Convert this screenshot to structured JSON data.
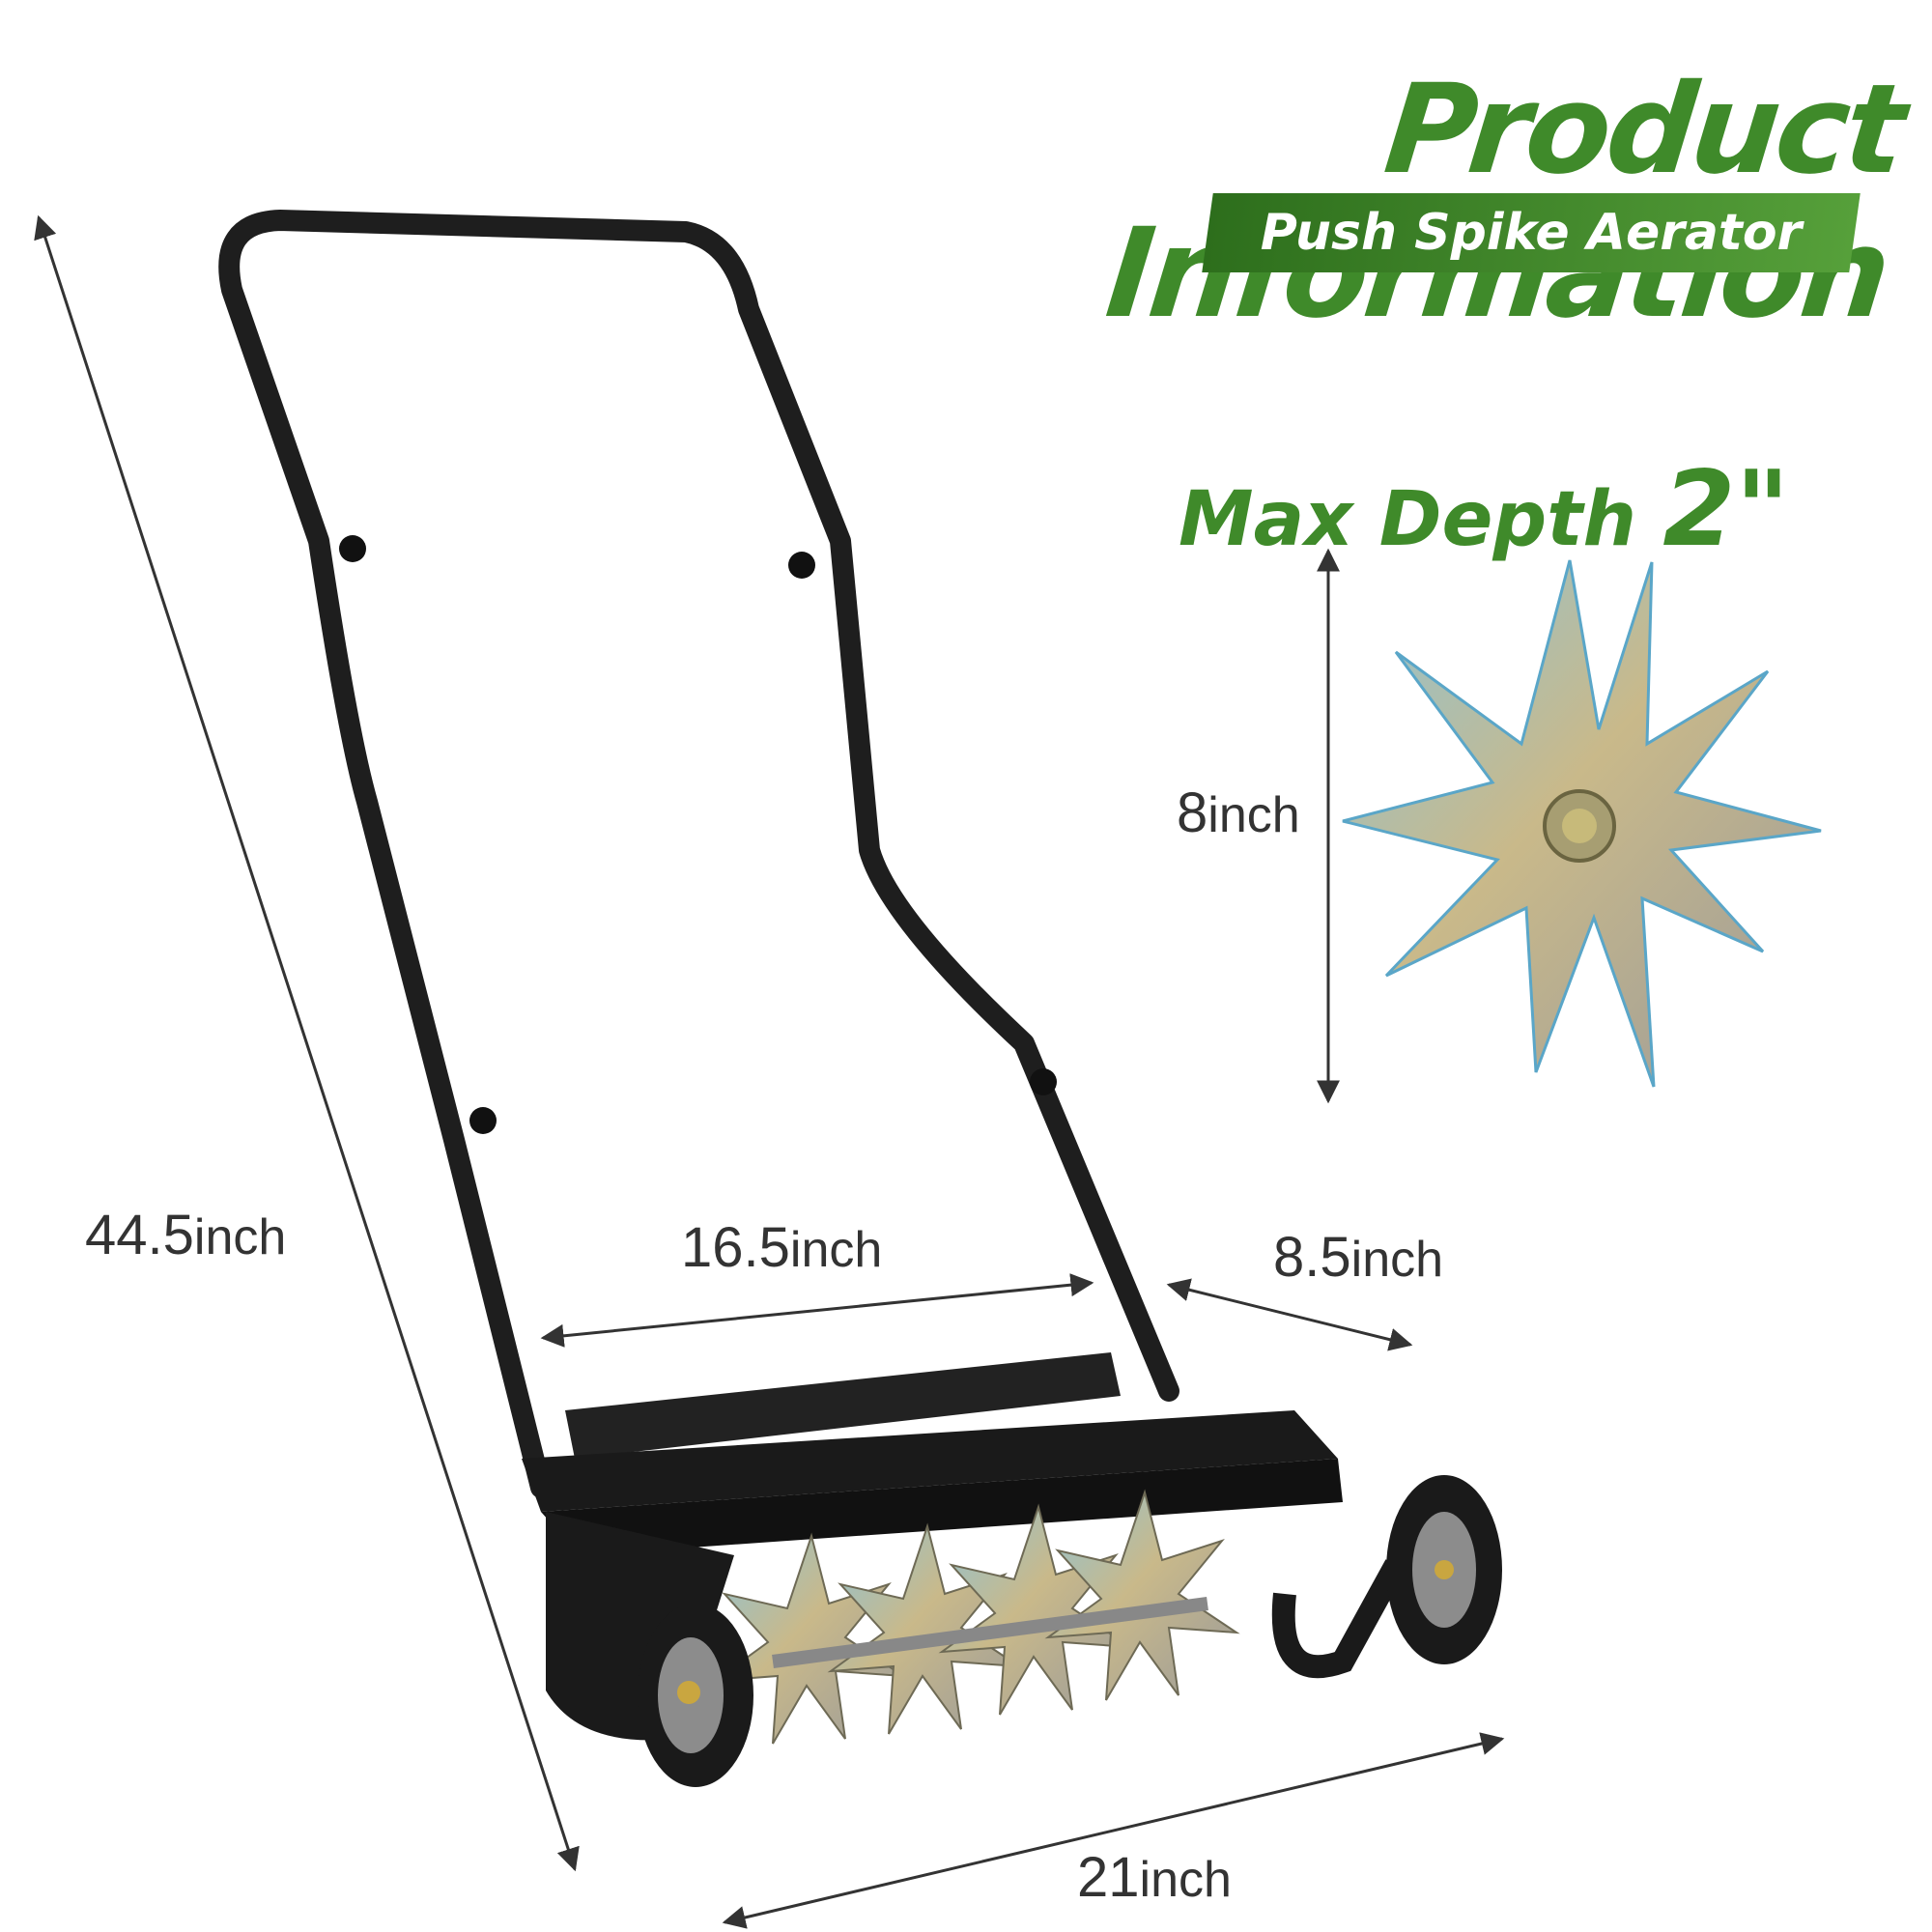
{
  "heading": {
    "title": "Product Information",
    "subtitle": "Push Spike Aerator"
  },
  "depth": {
    "label": "Max Depth",
    "value": "2\""
  },
  "dimensions": {
    "height": {
      "num": "44.5",
      "unit": "inch"
    },
    "inner_width": {
      "num": "16.5",
      "unit": "inch"
    },
    "depth": {
      "num": "8.5",
      "unit": "inch"
    },
    "overall_width": {
      "num": "21",
      "unit": "inch"
    },
    "spike_diameter": {
      "num": "8",
      "unit": "inch"
    }
  },
  "colors": {
    "brand_green": "#3f8a2a",
    "frame": "#1e1e1e",
    "metal": "#b9b48a"
  }
}
